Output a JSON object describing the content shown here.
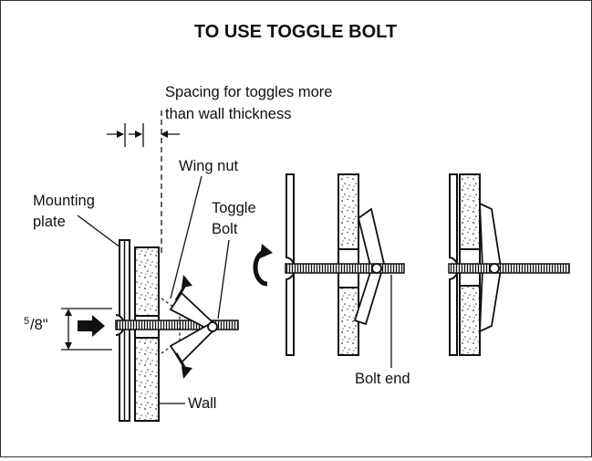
{
  "title": "TO USE TOGGLE BOLT",
  "labels": {
    "spacing_line1": "Spacing for toggles more",
    "spacing_line2": "than wall thickness",
    "wing_nut": "Wing nut",
    "mounting_line1": "Mounting",
    "mounting_line2": "plate",
    "toggle_line1": "Toggle",
    "toggle_line2": "Bolt",
    "dim_num": "5",
    "dim_den": "/8\"",
    "bolt_end": "Bolt end",
    "wall": "Wall"
  },
  "colors": {
    "ink": "#111111",
    "background": "#ffffff"
  },
  "icons": [
    "arrow-right-icon",
    "rotate-arrow-icon"
  ]
}
